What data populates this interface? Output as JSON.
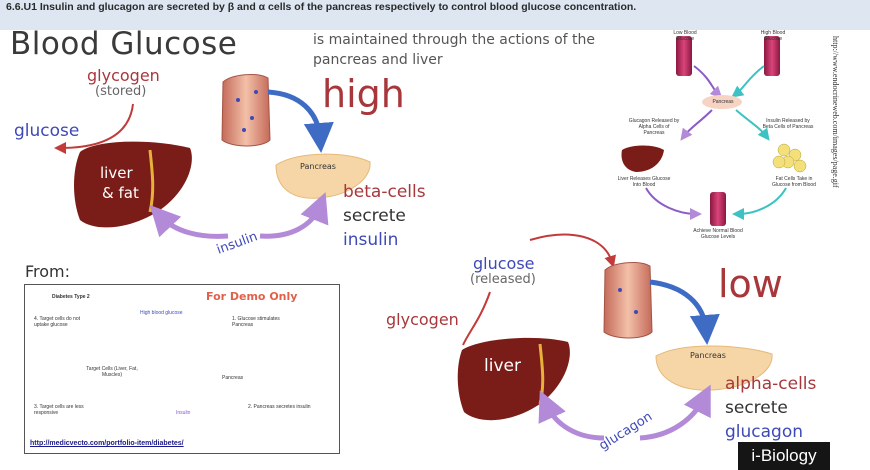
{
  "header": {
    "text": "6.6.U1 Insulin and glucagon are secreted by β and α cells of the pancreas respectively to control blood glucose concentration."
  },
  "title": "Blood Glucose",
  "subtitle": "is maintained through the actions of the pancreas and liver",
  "high_panel": {
    "glycogen": "glycogen",
    "stored": "(stored)",
    "glucose": "glucose",
    "liver": "liver",
    "liver2": "& fat",
    "level": "high",
    "pancreas": "Pancreas",
    "cells": "beta-cells",
    "secrete": "secrete",
    "hormone": "insulin",
    "arrow_label": "insulin"
  },
  "low_panel": {
    "glucose": "glucose",
    "released": "(released)",
    "glycogen": "glycogen",
    "liver": "liver",
    "level": "low",
    "pancreas": "Pancreas",
    "cells": "alpha-cells",
    "secrete": "secrete",
    "hormone": "glucagon",
    "arrow_label": "glucagon"
  },
  "from_label": "From:",
  "demo": {
    "title": "Diabetes Type 2",
    "watermark": "For Demo Only",
    "vessel": "High blood glucose",
    "step1": "1. Glucose stimulates Pancreas",
    "step2": "2. Pancreas secretes insulin",
    "step3": "3. Target cells are less responsive",
    "step4": "4. Target cells do not uptake glucose",
    "target": "Target Cells (Liver, Fat, Muscles)",
    "pancreas": "Pancreas",
    "insulin": "Insulin",
    "link": "http://medicvecto.com/portfolio-item/diabetes/"
  },
  "top_right": {
    "low_bg": "Low Blood Glucose",
    "high_bg": "High Blood Glucose",
    "pancreas": "Pancreas",
    "glucagon": "Glucagon Released by Alpha Cells of Pancreas",
    "insulin": "Insulin Released by Beta Cells of Pancreas",
    "liver": "Liver Releases Glucose Into Blood",
    "fat": "Fat Cells Take in Glucose from Blood",
    "normal": "Achieve Normal Blood Glucose Levels"
  },
  "side_url": "http://www.endocrineweb.com/images/page.gif",
  "brand": "i-Biology",
  "colors": {
    "red": "#a8373c",
    "blue": "#3e49b8",
    "liver": "#7a1c17",
    "purple": "#9b6bc4",
    "header": "#dde6f1"
  }
}
